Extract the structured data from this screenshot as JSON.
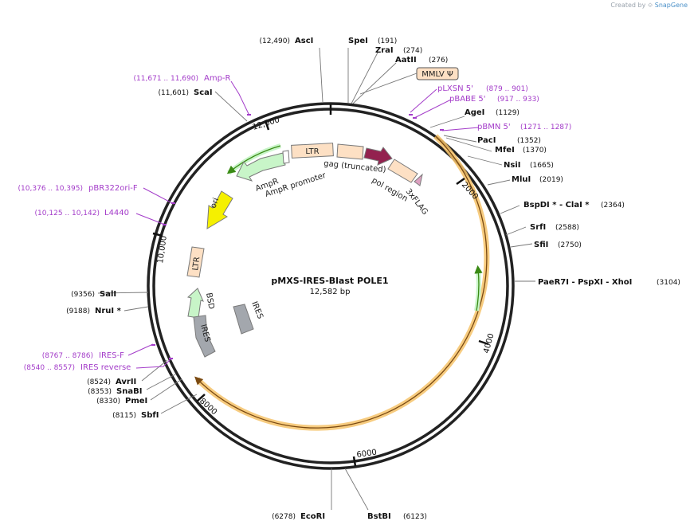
{
  "header": {
    "created_by": "Created by",
    "brand": "SnapGene"
  },
  "plasmid": {
    "name": "pMXS-IRES-Blast POLE1",
    "size_label": "12,582 bp"
  },
  "ticks": [
    "2000",
    "4000",
    "6000",
    "8000",
    "10,000",
    "12,000"
  ],
  "enzymes": {
    "asci": {
      "name": "AscI",
      "pos": "(12,490)"
    },
    "spei": {
      "name": "SpeI",
      "pos": "(191)"
    },
    "zrai": {
      "name": "ZraI",
      "pos": "(274)"
    },
    "aatii": {
      "name": "AatII",
      "pos": "(276)"
    },
    "agei": {
      "name": "AgeI",
      "pos": "(1129)"
    },
    "paci": {
      "name": "PacI",
      "pos": "(1352)"
    },
    "mfei": {
      "name": "MfeI",
      "pos": "(1370)"
    },
    "nsii": {
      "name": "NsiI",
      "pos": "(1665)"
    },
    "mlui": {
      "name": "MluI",
      "pos": "(2019)"
    },
    "bspdi": {
      "name": "BspDI * - ClaI *",
      "pos": "(2364)"
    },
    "srfi": {
      "name": "SrfI",
      "pos": "(2588)"
    },
    "sfii": {
      "name": "SfiI",
      "pos": "(2750)"
    },
    "paer7i": {
      "name": "PaeR7I - PspXI - XhoI",
      "pos": "(3104)"
    },
    "bstbi": {
      "name": "BstBI",
      "pos": "(6123)"
    },
    "ecori": {
      "name": "EcoRI",
      "pos": "(6278)"
    },
    "sbfi": {
      "name": "SbfI",
      "pos": "(8115)"
    },
    "pmei": {
      "name": "PmeI",
      "pos": "(8330)"
    },
    "snabi": {
      "name": "SnaBI",
      "pos": "(8353)"
    },
    "avrii": {
      "name": "AvrII",
      "pos": "(8524)"
    },
    "nrui": {
      "name": "NruI *",
      "pos": "(9188)"
    },
    "sali": {
      "name": "SalI",
      "pos": "(9356)"
    },
    "scai": {
      "name": "ScaI",
      "pos": "(11,601)"
    }
  },
  "primers": {
    "ampr": {
      "name": "Amp-R",
      "pos": "(11,671 .. 11,690)"
    },
    "plxsn": {
      "name": "pLXSN 5'",
      "pos": "(879 .. 901)"
    },
    "pbabe": {
      "name": "pBABE 5'",
      "pos": "(917 .. 933)"
    },
    "pbmn": {
      "name": "pBMN 5'",
      "pos": "(1271 .. 1287)"
    },
    "pbr322": {
      "name": "pBR322ori-F",
      "pos": "(10,376 .. 10,395)"
    },
    "l4440": {
      "name": "L4440",
      "pos": "(10,125 .. 10,142)"
    },
    "iresf": {
      "name": "IRES-F",
      "pos": "(8767 .. 8786)"
    },
    "iresrev": {
      "name": "IRES reverse",
      "pos": "(8540 .. 8557)"
    }
  },
  "features": {
    "mmlv": "MMLV Ψ",
    "ltr_top": "LTR",
    "gag": "gag (truncated)",
    "pol": "pol region",
    "flag": "3xFLAG",
    "ampr": "AmpR",
    "ampr_promoter": "AmpR promoter",
    "ori": "ori",
    "ltr_left": "LTR",
    "bsd": "BSD",
    "ires1": "IRES",
    "ires2": "IRES"
  },
  "colors": {
    "backbone": "#222222",
    "primer": "#a33cc9",
    "ltr_fill": "#fde0c4",
    "gag_fill": "#fde0c4",
    "pol_fill": "#93224f",
    "flag_fill": "#dda0c0",
    "ampr_fill": "#c8f5c8",
    "ori_fill": "#f5f000",
    "bsd_fill": "#c8f5c8",
    "ires_fill": "#a3a7ad",
    "orf_highlight": "#f6c36a",
    "orf_line": "#7a4a12",
    "green_orf": "#3a8a14"
  }
}
